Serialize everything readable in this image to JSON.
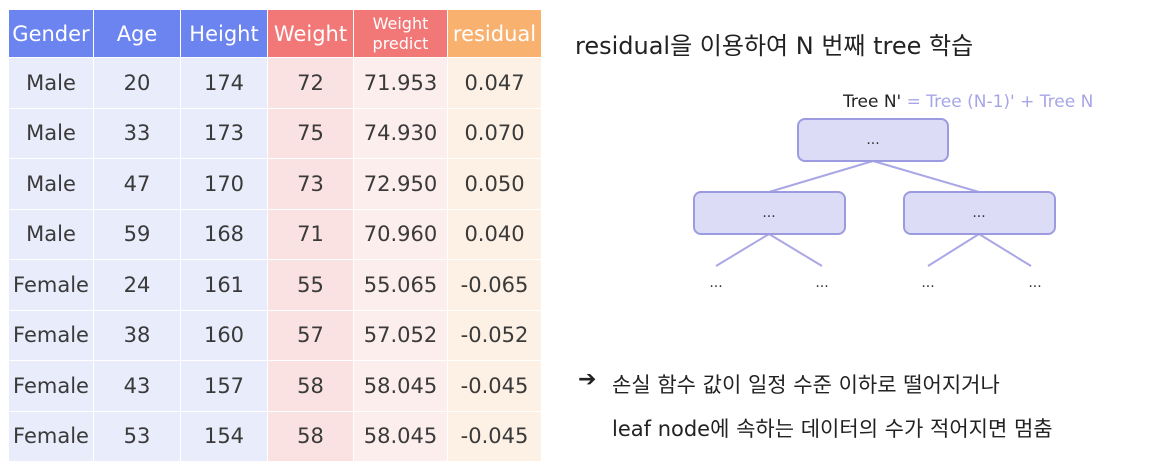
{
  "table": {
    "headers": [
      {
        "label": "Gender",
        "small": false,
        "color": "#6b84f0"
      },
      {
        "label": "Age",
        "small": false,
        "color": "#6b84f0"
      },
      {
        "label": "Height",
        "small": false,
        "color": "#6b84f0"
      },
      {
        "label": "Weight",
        "small": false,
        "color": "#f27878"
      },
      {
        "label": "Weight predict",
        "small": true,
        "color": "#f27878"
      },
      {
        "label": "residual",
        "small": false,
        "color": "#f8b16f"
      }
    ],
    "rows": [
      [
        "Male",
        "20",
        "174",
        "72",
        "71.953",
        "0.047"
      ],
      [
        "Male",
        "33",
        "173",
        "75",
        "74.930",
        "0.070"
      ],
      [
        "Male",
        "47",
        "170",
        "73",
        "72.950",
        "0.050"
      ],
      [
        "Male",
        "59",
        "168",
        "71",
        "70.960",
        "0.040"
      ],
      [
        "Female",
        "24",
        "161",
        "55",
        "55.065",
        "-0.065"
      ],
      [
        "Female",
        "38",
        "160",
        "57",
        "57.052",
        "-0.052"
      ],
      [
        "Female",
        "43",
        "157",
        "58",
        "58.045",
        "-0.045"
      ],
      [
        "Female",
        "53",
        "154",
        "58",
        "58.045",
        "-0.045"
      ]
    ]
  },
  "title": "residual을 이용하여 N 번째 tree 학습",
  "formula": {
    "lhs": "Tree N'",
    "rhs": " = Tree (N-1)' + Tree N"
  },
  "tree": {
    "root_label": "...",
    "left_label": "...",
    "right_label": "...",
    "leaves": [
      "...",
      "...",
      "...",
      "..."
    ],
    "node_fill": "#dddcf7",
    "node_stroke": "#9d9be0",
    "edge_color": "#a9a7e6"
  },
  "notes": {
    "arrow": "➔",
    "line1": "손실 함수 값이 일정 수준 이하로 떨어지거나",
    "line2": "leaf node에 속하는 데이터의 수가 적어지면 멈춤"
  }
}
